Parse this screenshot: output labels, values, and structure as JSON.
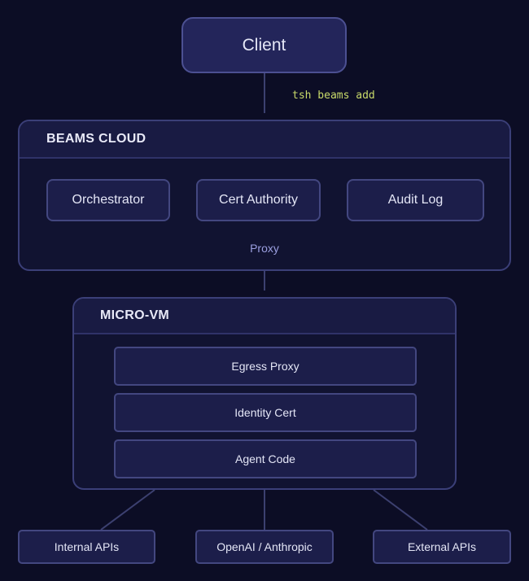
{
  "client": {
    "label": "Client"
  },
  "command": {
    "text": "tsh beams add"
  },
  "beams_cloud": {
    "title": "BEAMS CLOUD",
    "services": [
      "Orchestrator",
      "Cert Authority",
      "Audit Log"
    ],
    "proxy_label": "Proxy"
  },
  "micro_vm": {
    "title": "MICRO-VM",
    "layers": [
      "Egress Proxy",
      "Identity Cert",
      "Agent Code"
    ]
  },
  "destinations": [
    "Internal APIs",
    "OpenAI / Anthropic",
    "External APIs"
  ],
  "colors": {
    "background": "#0c0d25",
    "box_fill": "#1d1f4c",
    "box_border": "#454980",
    "connector": "#3c4070",
    "command_text": "#c9da6a",
    "proxy_text": "#9b9fe0"
  }
}
